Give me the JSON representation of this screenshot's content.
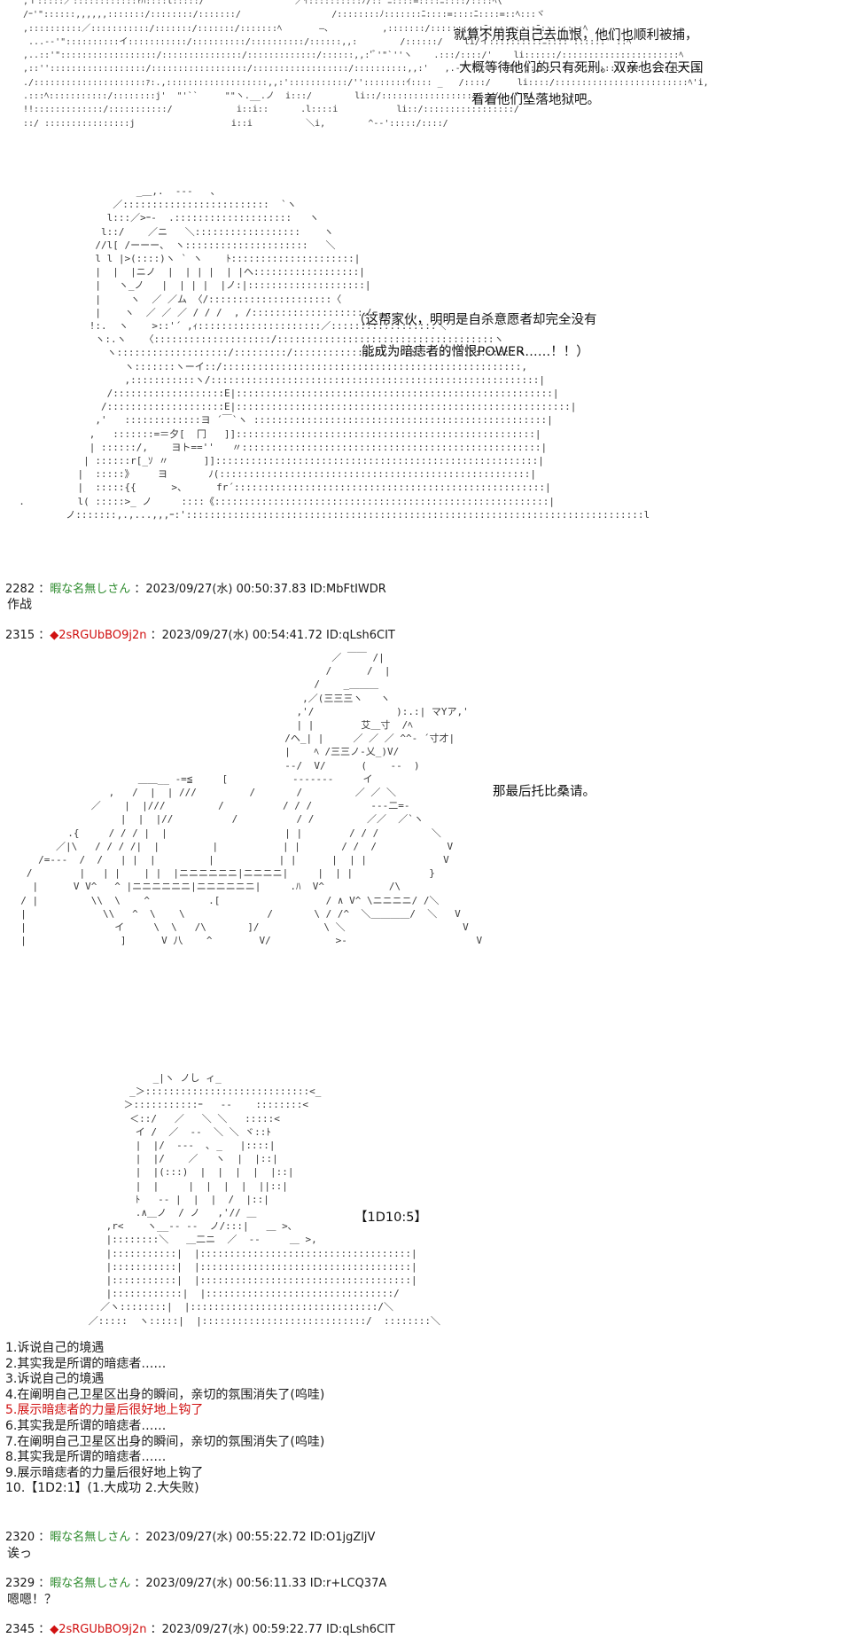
{
  "panels": {
    "p1_text": [
      "就算不用我自己去血恨，他们也顺利被捕，",
      "大概等待他们的只有死刑。双亲也会在天国",
      "看着他们坠落地狱吧。"
    ],
    "p2_text": [
      "（这帮家伙，明明是自杀意愿者却完全没有",
      "能成为暗痣者的憎恨POWER……！！）"
    ],
    "p3_text": "那最后托比桑请。",
    "p4_text": "【1D10:5】"
  },
  "posts": [
    {
      "num": "2282",
      "name": "暇な名無しさん",
      "date": "2023/09/27(水) 00:50:37.83",
      "id": "ID:MbFtIWDR",
      "body": "作战"
    },
    {
      "num": "2315",
      "name": "2sRGUbBO9j2n",
      "date": "2023/09/27(水) 00:54:41.72",
      "id": "ID:qLsh6CIT"
    },
    {
      "num": "2320",
      "name": "暇な名無しさん",
      "date": "2023/09/27(水) 00:55:22.72",
      "id": "ID:O1jgZljV",
      "body": "诶っ"
    },
    {
      "num": "2329",
      "name": "暇な名無しさん",
      "date": "2023/09/27(水) 00:56:11.33",
      "id": "ID:r+LCQ37A",
      "body": "嗯嗯！？"
    },
    {
      "num": "2345",
      "name": "2sRGUbBO9j2n",
      "date": "2023/09/27(水) 00:59:22.77",
      "id": "ID:qLsh6CIT"
    }
  ],
  "choices": [
    "1.诉说自己的境遇",
    "2.其实我是所谓的暗痣者……",
    "3.诉说自己的境遇",
    "4.在阐明自己卫星区出身的瞬间，亲切的氛围消失了(呜哇)",
    "5.展示暗痣者的力量后很好地上钩了",
    "6.其实我是所谓的暗痣者……",
    "7.在阐明自己卫星区出身的瞬间，亲切的氛围消失了(呜哇)",
    "8.其实我是所谓的暗痣者……",
    "9.展示暗痣者的力量后很好地上钩了",
    "10.【1D2:1】(1.大成功  2.大失败)"
  ],
  "colors": {
    "name": "#2e8b2e",
    "trip": "#d01010",
    "highlight": "#d01010"
  }
}
